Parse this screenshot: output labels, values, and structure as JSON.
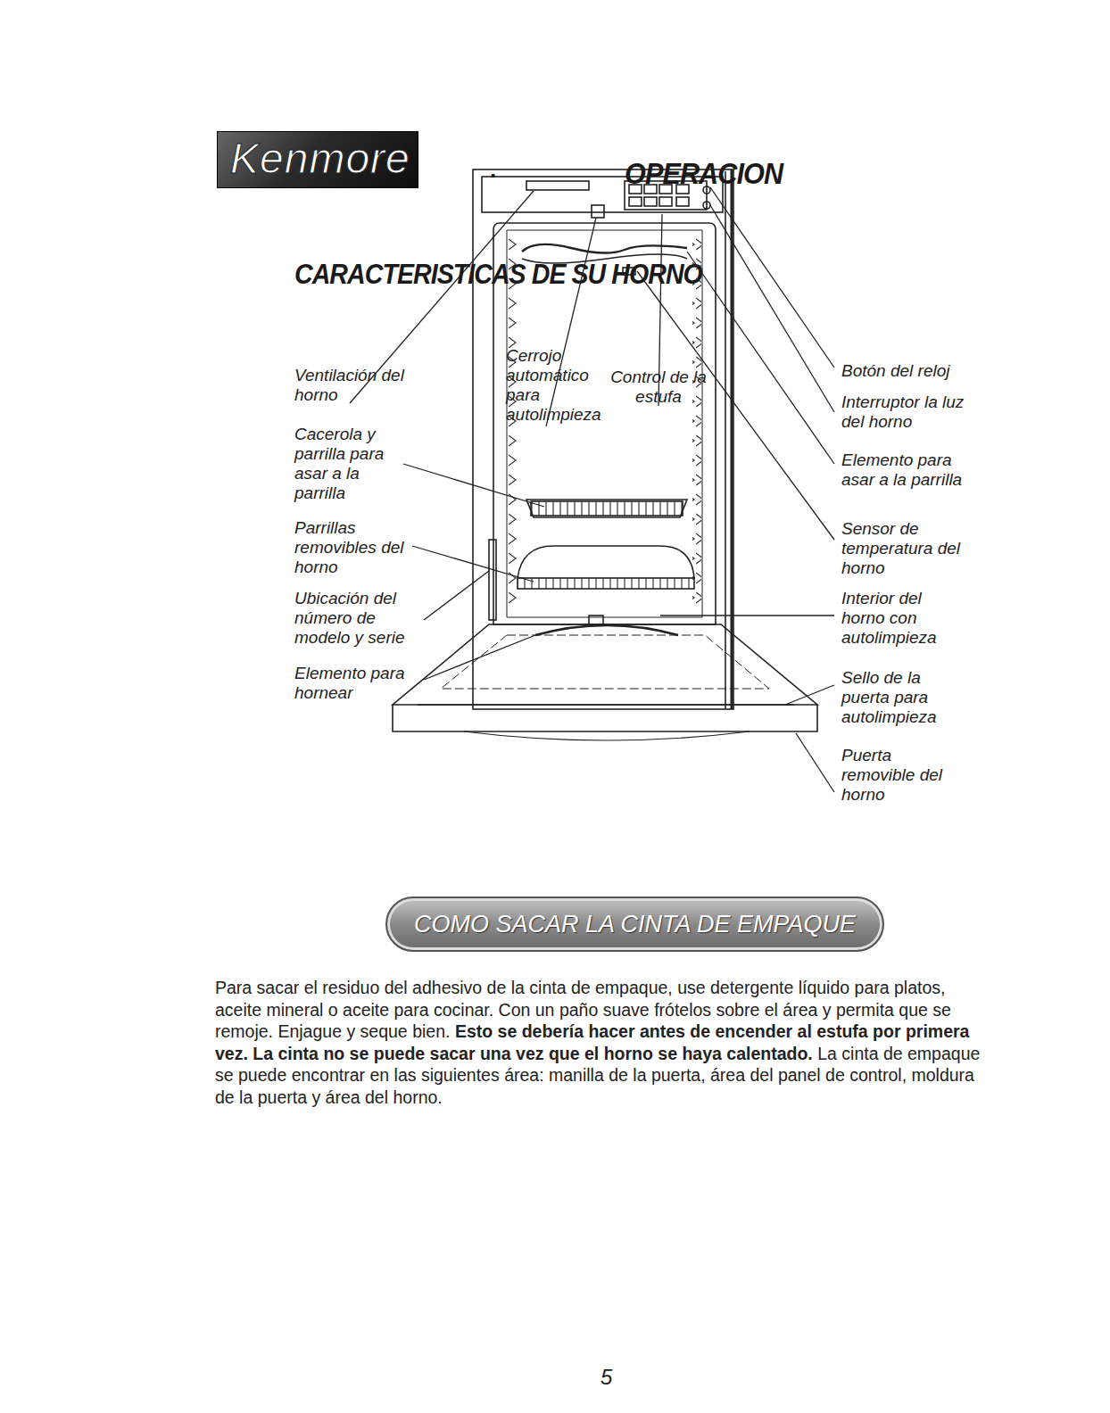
{
  "diagram": {
    "title": "OPERACION",
    "nodes": [
      {
        "text": [
          "Kenmore"
        ]
      },
      {
        "text": [
          "COMO SACAR LA CINTA DE EMPAQUE"
        ]
      }
    ],
    "labels": [
      ".",
      "CARACTERISTICAS DE SU HORNO",
      "Ventilación del horno",
      "Cerrojo automático para autolimpieza",
      "Control de la estufa",
      "Botón del reloj",
      "Cacerola y parrilla para asar a la parrilla",
      "Interruptor la luz del horno",
      "Elemento para asar a la parrilla",
      "Parrillas removibles del horno",
      "Sensor de temperatura del horno",
      "Ubicación del número de modelo y serie",
      "Interior del horno con autolimpieza",
      "Elemento para hornear",
      "Sello de la puerta para autolimpieza",
      "Puerta removible del horno",
      "Para sacar el residuo del adhesivo de la cinta de empaque, use detergente líquido para platos, aceite mineral o aceite para cocinar. Con un paño suave frótelos sobre el área y permita que se remoje. Enjague y seque bien.",
      "Esto se debería hacer antes de encender al estufa por primera vez. La cinta no se puede sacar una vez que el horno se haya calentado.",
      "La cinta de empaque se puede encontrar en las siguientes área: manilla de la puerta, área del panel de control, moldura de la puerta y área del horno.",
      "5"
    ]
  }
}
